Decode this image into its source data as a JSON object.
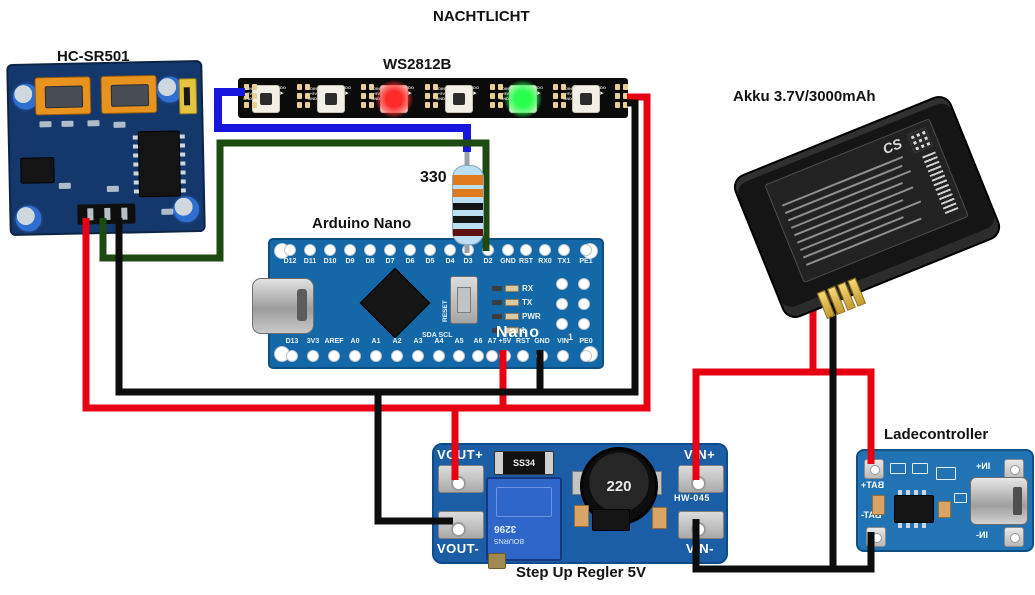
{
  "title": "NACHTLICHT",
  "colors": {
    "wire_red": "#e60012",
    "wire_black": "#0d0d0d",
    "wire_green": "#1c4a10",
    "wire_blue": "#1616dd",
    "lead_grey": "#9aa0a6"
  },
  "pir": {
    "caption": "HC-SR501"
  },
  "strip": {
    "caption": "WS2812B",
    "pad_labels": [
      "DIN",
      "+5V",
      "GND",
      "DO"
    ],
    "led_count": 6,
    "lit": {
      "2": "red",
      "4": "green"
    }
  },
  "resistor": {
    "value_label": "330",
    "bands": [
      "orange",
      "orange",
      "black",
      "black",
      "brown"
    ]
  },
  "nano": {
    "caption": "Arduino Nano",
    "top_pins": [
      "D12",
      "D11",
      "D10",
      "D9",
      "D8",
      "D7",
      "D6",
      "D5",
      "D4",
      "D3",
      "D2",
      "GND",
      "RST",
      "RX0",
      "TX1",
      "PE1"
    ],
    "bottom_pins": [
      "D13",
      "3V3",
      "AREF",
      "A0",
      "A1",
      "A2",
      "A3",
      "A4",
      "A5",
      "A6",
      "A7",
      "+5V",
      "RST",
      "GND",
      "VIN",
      "PE0"
    ],
    "silk": {
      "logo": "Nano",
      "reset": "RESET",
      "sda_scl": "SDA SCL",
      "led_labels": [
        "RX",
        "TX",
        "PWR",
        "L"
      ],
      "pin1": "1"
    }
  },
  "battery": {
    "caption": "Akku 3.7V/3000mAh",
    "brand": "CS"
  },
  "charger": {
    "caption": "Ladecontroller",
    "pads": {
      "bat_plus": "BAT+",
      "bat_minus": "BAT-",
      "in_plus": "IN+",
      "in_minus": "IN-"
    }
  },
  "stepup": {
    "caption": "Step Up Regler 5V",
    "pads": {
      "vout_plus": "VOUT+",
      "vout_minus": "VOUT-",
      "vin_plus": "VIN+",
      "vin_minus": "VIN-"
    },
    "silk": {
      "model": "HW-045",
      "diode": "SS34",
      "inductor": "220",
      "trimpot": "3296",
      "trimpot_brand": "BOURNS"
    }
  }
}
